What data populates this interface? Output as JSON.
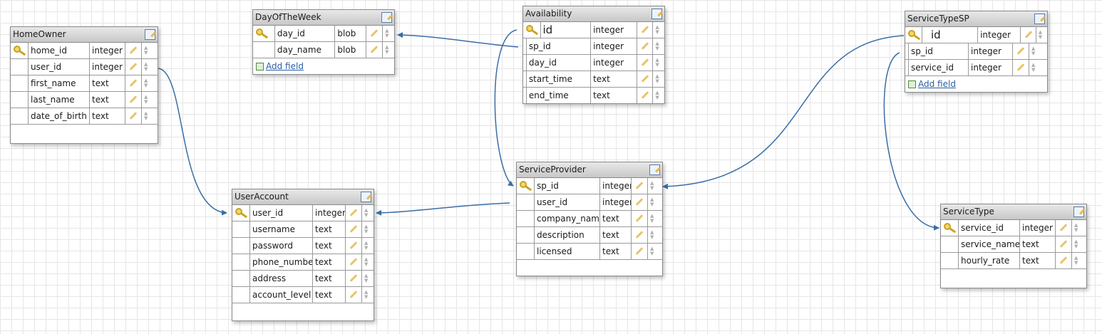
{
  "tables": {
    "homeowner": {
      "title": "HomeOwner",
      "rows": [
        {
          "name": "home_id",
          "type": "integer"
        },
        {
          "name": "user_id",
          "type": "integer"
        },
        {
          "name": "first_name",
          "type": "text"
        },
        {
          "name": "last_name",
          "type": "text"
        },
        {
          "name": "date_of_birth",
          "type": "text"
        }
      ]
    },
    "dayoftheweek": {
      "title": "DayOfTheWeek",
      "rows": [
        {
          "name": "day_id",
          "type": "blob"
        },
        {
          "name": "day_name",
          "type": "blob"
        }
      ],
      "add_field": "Add field"
    },
    "availability": {
      "title": "Availability",
      "rows": [
        {
          "name": "id",
          "type": "integer"
        },
        {
          "name": "sp_id",
          "type": "integer"
        },
        {
          "name": "day_id",
          "type": "integer"
        },
        {
          "name": "start_time",
          "type": "text"
        },
        {
          "name": "end_time",
          "type": "text"
        }
      ]
    },
    "servicetypesp": {
      "title": "ServiceTypeSP",
      "rows": [
        {
          "name": "id",
          "type": "integer"
        },
        {
          "name": "sp_id",
          "type": "integer"
        },
        {
          "name": "service_id",
          "type": "integer"
        }
      ],
      "add_field": "Add field"
    },
    "useraccount": {
      "title": "UserAccount",
      "rows": [
        {
          "name": "user_id",
          "type": "integer"
        },
        {
          "name": "username",
          "type": "text"
        },
        {
          "name": "password",
          "type": "text"
        },
        {
          "name": "phone_number",
          "type": "text"
        },
        {
          "name": "address",
          "type": "text"
        },
        {
          "name": "account_level",
          "type": "text"
        }
      ]
    },
    "serviceprovider": {
      "title": "ServiceProvider",
      "rows": [
        {
          "name": "sp_id",
          "type": "integer"
        },
        {
          "name": "user_id",
          "type": "integer"
        },
        {
          "name": "company_name",
          "type": "text"
        },
        {
          "name": "description",
          "type": "text"
        },
        {
          "name": "licensed",
          "type": "text"
        }
      ]
    },
    "servicetype": {
      "title": "ServiceType",
      "rows": [
        {
          "name": "service_id",
          "type": "integer"
        },
        {
          "name": "service_name",
          "type": "text"
        },
        {
          "name": "hourly_rate",
          "type": "text"
        }
      ]
    }
  },
  "colors": {
    "connector": "#3a6ea5",
    "key": "#c9a21f",
    "link": "#2a5fa5"
  }
}
